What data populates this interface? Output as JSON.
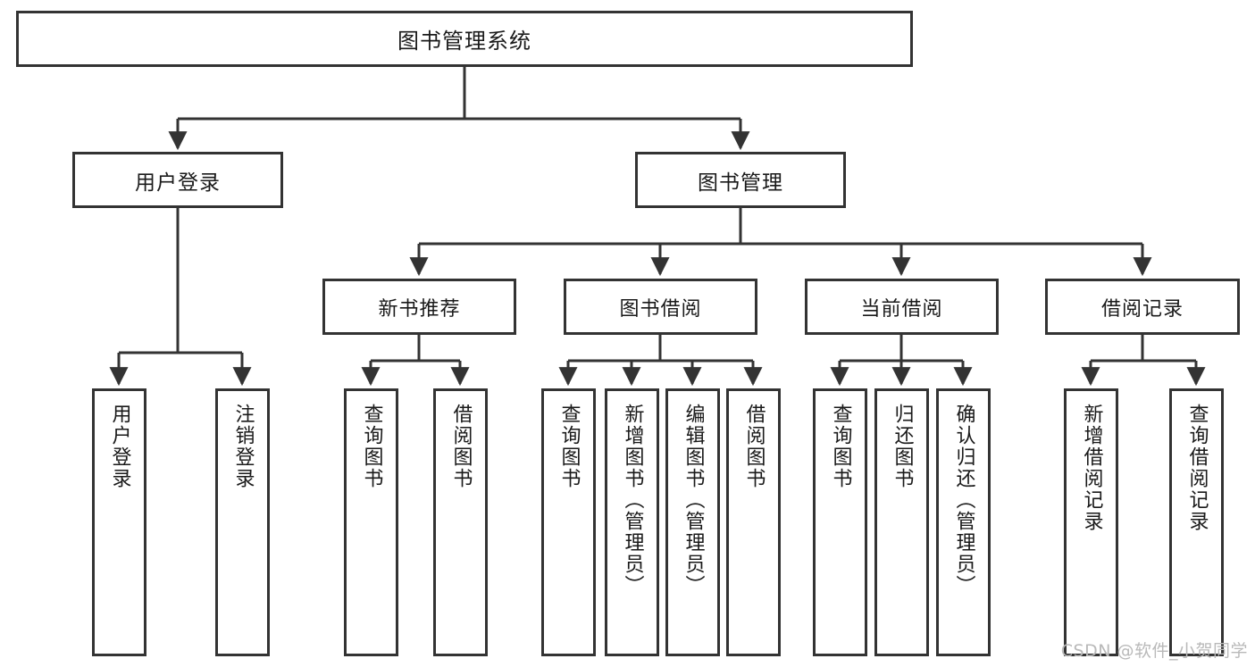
{
  "diagram": {
    "title": "图书管理系统",
    "type": "tree-hierarchy",
    "watermark": "CSDN @软件_小贺同学",
    "accent_color": "#333333",
    "background_color": "#ffffff",
    "nodes": {
      "root": {
        "label": "图书管理系统"
      },
      "level1": [
        {
          "id": "user-login",
          "label": "用户登录"
        },
        {
          "id": "book-manage",
          "label": "图书管理"
        }
      ],
      "level2": [
        {
          "id": "new-book-recommend",
          "label": "新书推荐"
        },
        {
          "id": "book-borrow",
          "label": "图书借阅"
        },
        {
          "id": "current-borrow",
          "label": "当前借阅"
        },
        {
          "id": "borrow-record",
          "label": "借阅记录"
        }
      ],
      "leaves": {
        "user_login": [
          {
            "id": "leaf-user-login",
            "label": "用户登录"
          },
          {
            "id": "leaf-logout",
            "label": "注销登录"
          }
        ],
        "new_book_recommend": [
          {
            "id": "leaf-query-book-1",
            "label": "查询图书"
          },
          {
            "id": "leaf-borrow-book-1",
            "label": "借阅图书"
          }
        ],
        "book_borrow": [
          {
            "id": "leaf-query-book-2",
            "label": "查询图书"
          },
          {
            "id": "leaf-add-book",
            "label": "新增图书（管理员）"
          },
          {
            "id": "leaf-edit-book",
            "label": "编辑图书（管理员）"
          },
          {
            "id": "leaf-borrow-book-2",
            "label": "借阅图书"
          }
        ],
        "current_borrow": [
          {
            "id": "leaf-query-book-3",
            "label": "查询图书"
          },
          {
            "id": "leaf-return-book",
            "label": "归还图书"
          },
          {
            "id": "leaf-confirm-return",
            "label": "确认归还（管理员）"
          }
        ],
        "borrow_record": [
          {
            "id": "leaf-add-record",
            "label": "新增借阅记录"
          },
          {
            "id": "leaf-query-record",
            "label": "查询借阅记录"
          }
        ]
      }
    }
  }
}
